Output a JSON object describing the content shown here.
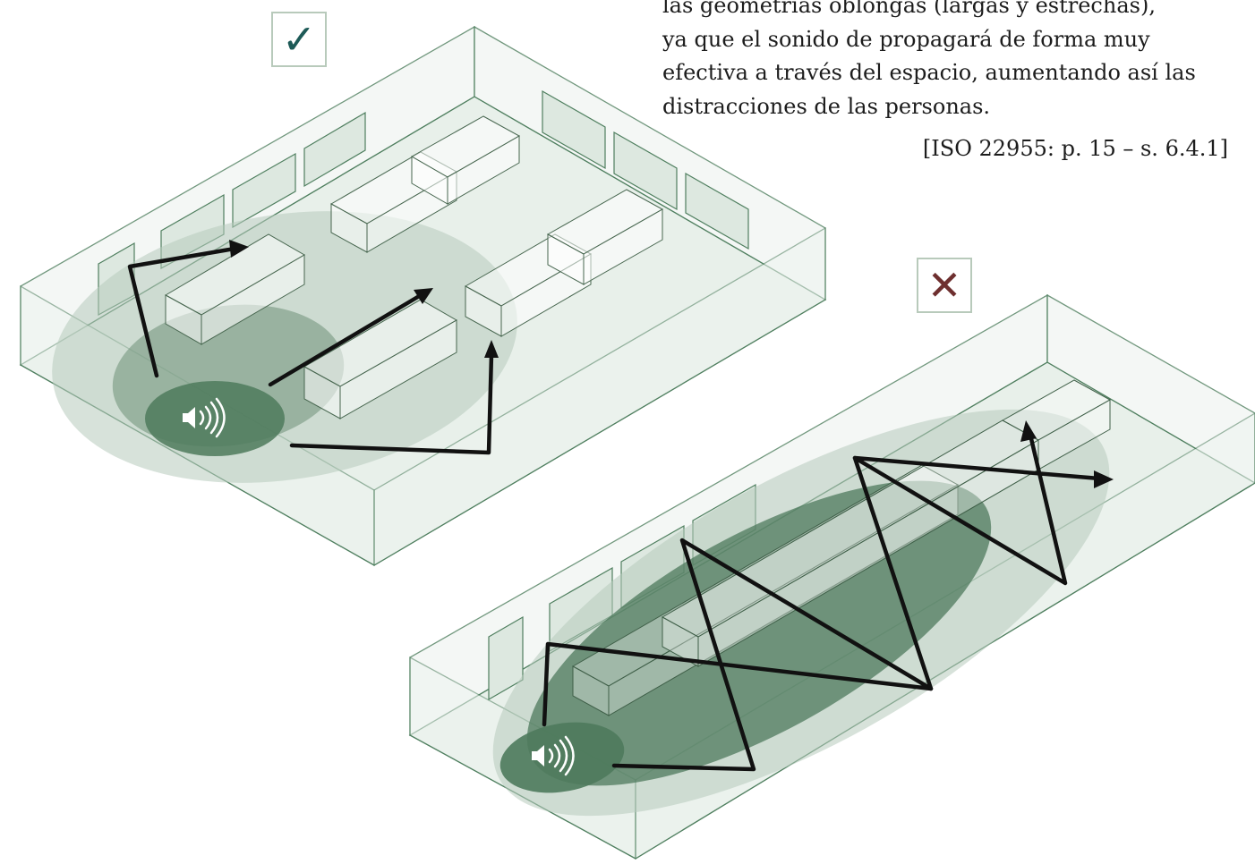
{
  "caption": {
    "lines": [
      "las geometrías oblongas (largas y estrechas),",
      "ya que el sonido de propagará de forma muy",
      "efectiva a través del espacio, aumentando así las",
      "distracciones de las personas."
    ],
    "citation": "[ISO 22955: p. 15 – s. 6.4.1]"
  },
  "badges": {
    "good": {
      "glyph": "✓",
      "color": "#1d5a57"
    },
    "bad": {
      "glyph": "✕",
      "color": "#6e2f2f"
    }
  },
  "icons": {
    "speaker": "speaker-sound-icon"
  },
  "colors": {
    "room_stroke": "#4f7f5f",
    "room_fill": "#e6efe8",
    "sound_outer": "#b7cbbb",
    "sound_mid": "#7d9c86",
    "sound_inner": "#4e7a5c",
    "arrow": "#111111"
  }
}
